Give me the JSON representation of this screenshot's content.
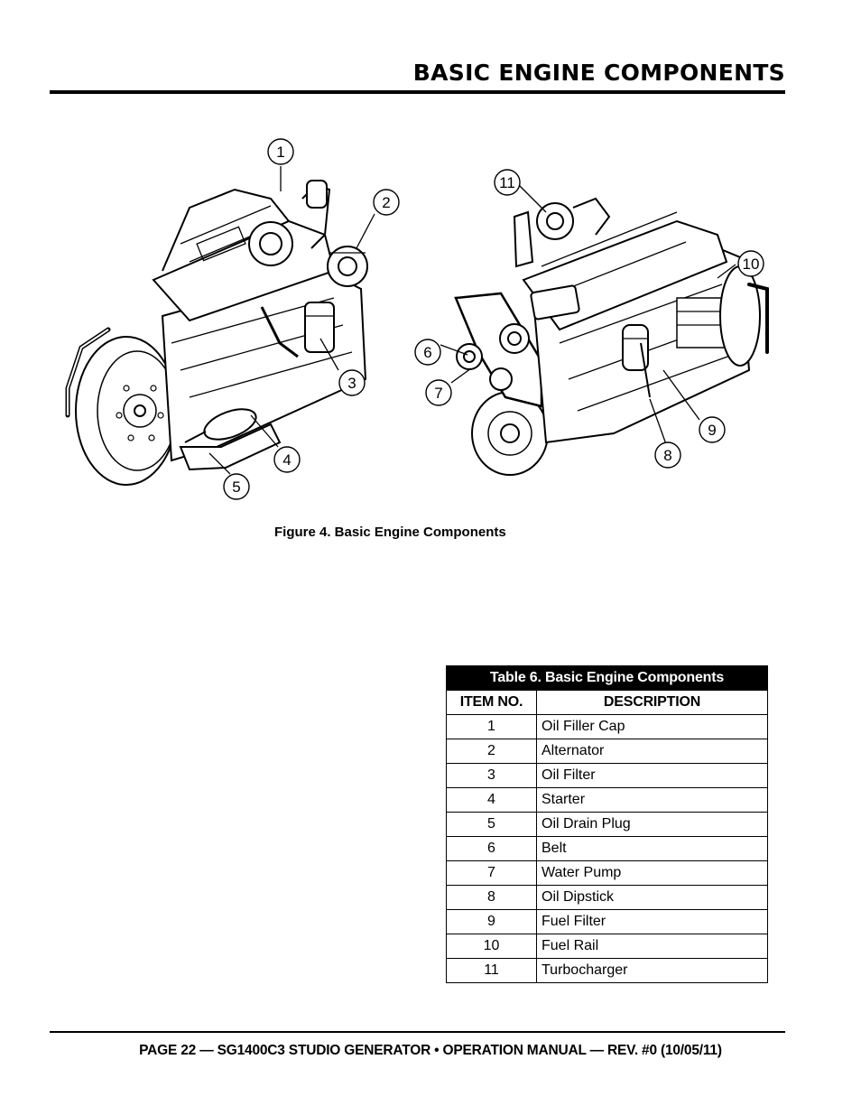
{
  "header": {
    "title": "BASIC ENGINE COMPONENTS"
  },
  "figure": {
    "caption": "Figure 4. Basic Engine Components",
    "callouts": [
      "1",
      "2",
      "3",
      "4",
      "5",
      "6",
      "7",
      "8",
      "9",
      "10",
      "11"
    ]
  },
  "table": {
    "title": "Table 6. Basic Engine Components",
    "col_item": "ITEM NO.",
    "col_desc": "DESCRIPTION",
    "rows": [
      {
        "no": "1",
        "desc": "Oil Filler Cap"
      },
      {
        "no": "2",
        "desc": "Alternator"
      },
      {
        "no": "3",
        "desc": "Oil Filter"
      },
      {
        "no": "4",
        "desc": "Starter"
      },
      {
        "no": "5",
        "desc": "Oil Drain Plug"
      },
      {
        "no": "6",
        "desc": "Belt"
      },
      {
        "no": "7",
        "desc": "Water Pump"
      },
      {
        "no": "8",
        "desc": "Oil Dipstick"
      },
      {
        "no": "9",
        "desc": "Fuel Filter"
      },
      {
        "no": "10",
        "desc": "Fuel Rail"
      },
      {
        "no": "11",
        "desc": "Turbocharger"
      }
    ]
  },
  "footer": {
    "text": "PAGE 22 — SG1400C3 STUDIO GENERATOR • OPERATION MANUAL — REV. #0 (10/05/11)"
  }
}
